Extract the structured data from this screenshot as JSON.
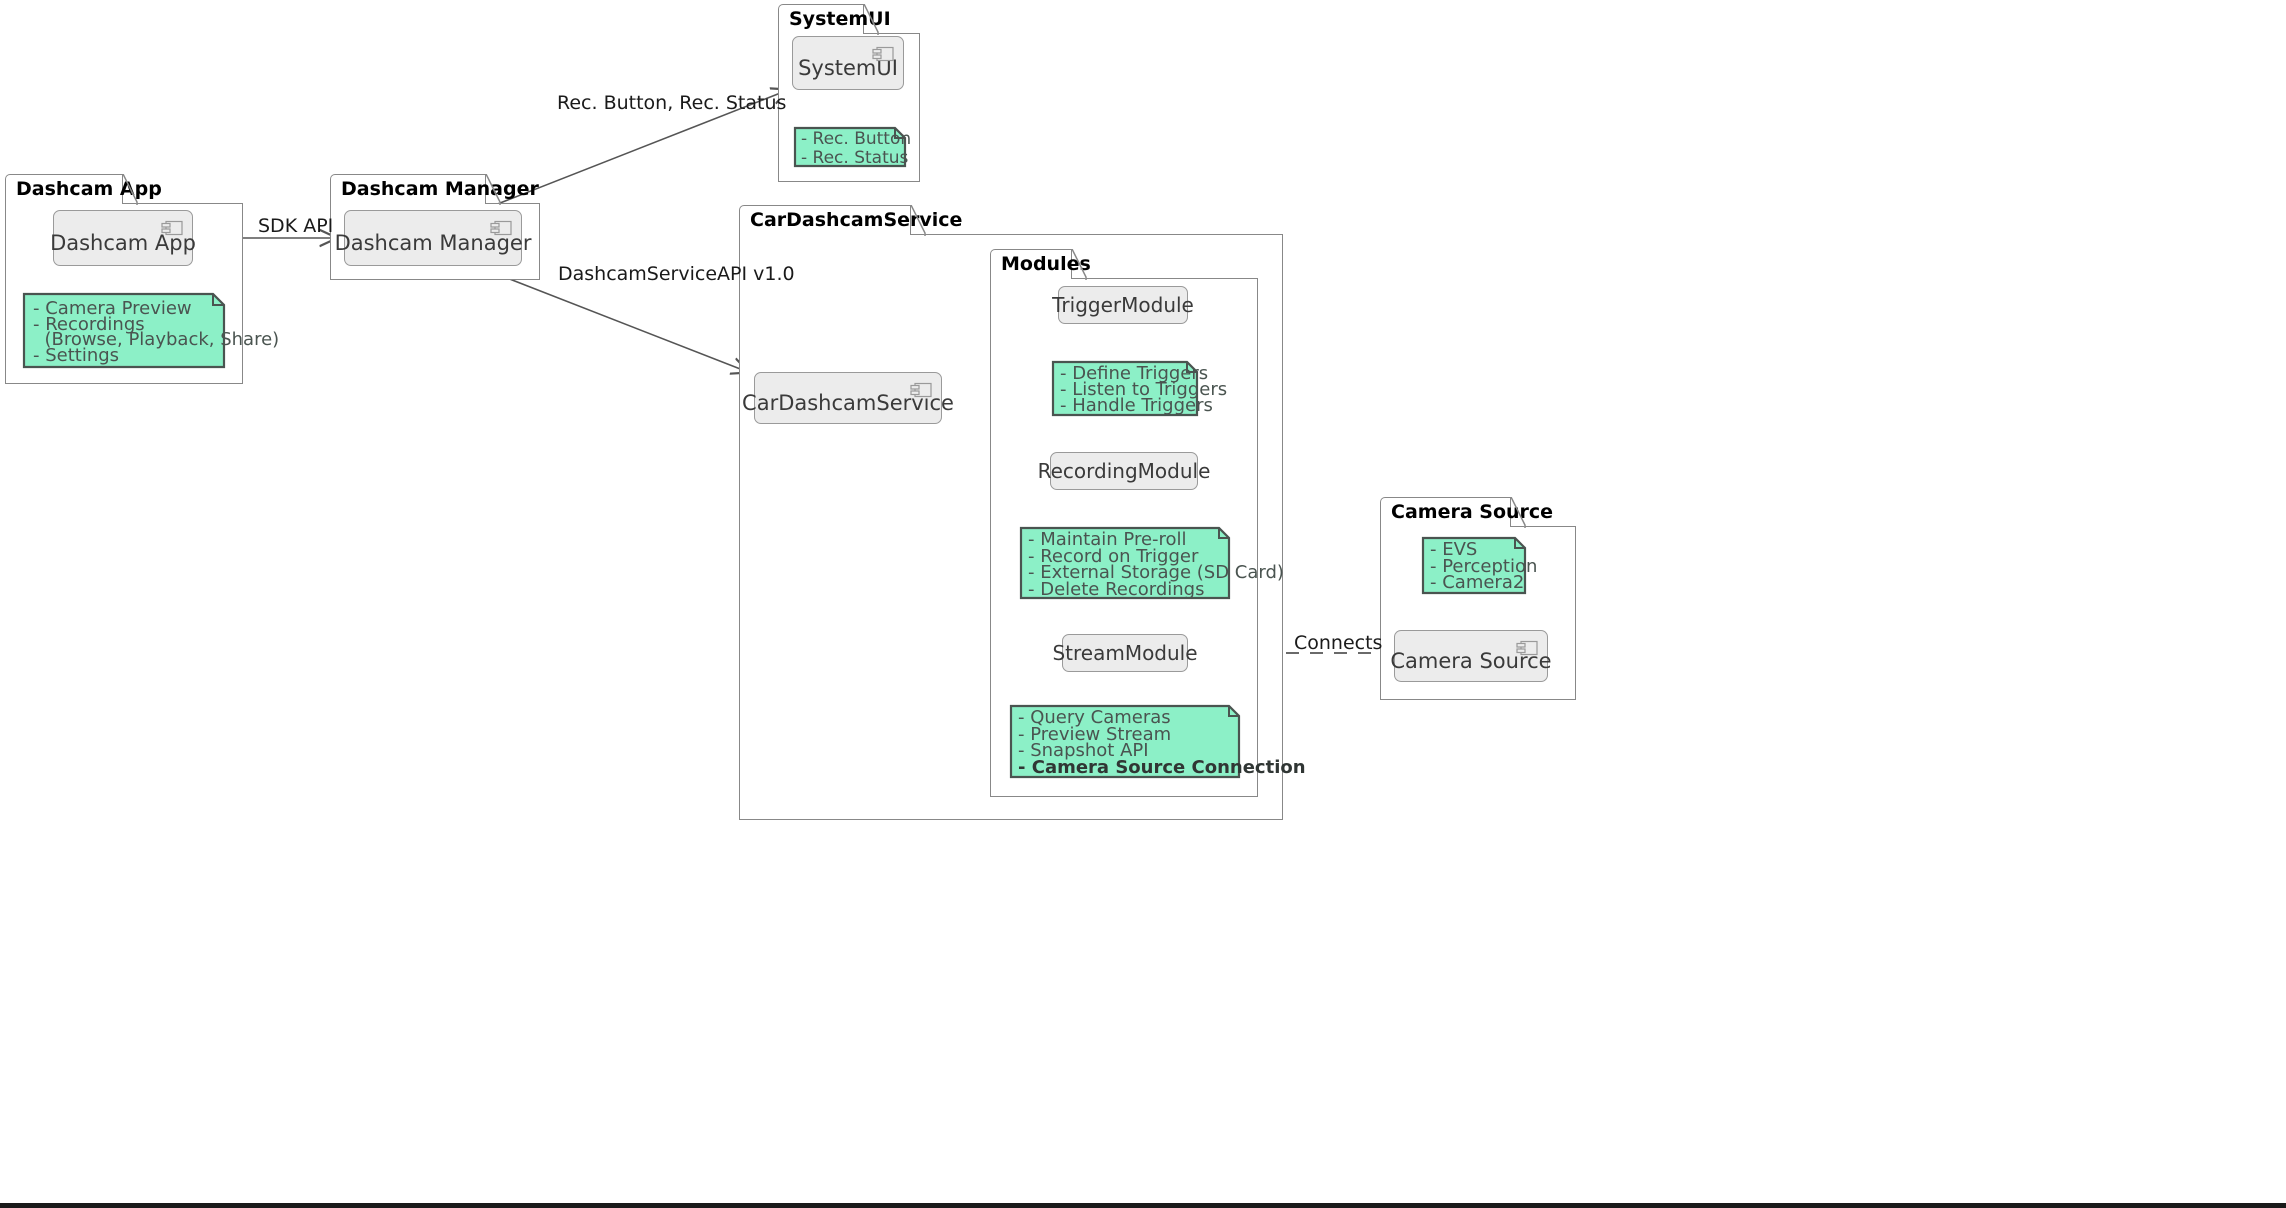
{
  "diagram": {
    "title": "Dashcam Architecture Component Diagram",
    "colors": {
      "note_fill": "#8CF0C7",
      "note_stroke": "#4A5450",
      "component_fill": "#ECECEC",
      "component_stroke": "#9A9A9A",
      "package_stroke": "#888888",
      "edge_stroke": "#555555",
      "text": "#3A3A3A"
    }
  },
  "packages": [
    {
      "id": "dashcam-app",
      "label": "Dashcam App"
    },
    {
      "id": "dashcam-manager",
      "label": "Dashcam Manager"
    },
    {
      "id": "systemui",
      "label": "SystemUI"
    },
    {
      "id": "cardashcamservice",
      "label": "CarDashcamService"
    },
    {
      "id": "modules",
      "label": "Modules"
    },
    {
      "id": "camera-source",
      "label": "Camera Source"
    }
  ],
  "components": [
    {
      "id": "dashcam-app-comp",
      "label": "Dashcam App",
      "icon": "uml-component-icon"
    },
    {
      "id": "dashcam-manager-comp",
      "label": "Dashcam Manager",
      "icon": "uml-component-icon"
    },
    {
      "id": "systemui-comp",
      "label": "SystemUI",
      "icon": "uml-component-icon"
    },
    {
      "id": "cardashcamservice-comp",
      "label": "CarDashcamService",
      "icon": "uml-component-icon"
    },
    {
      "id": "trigger-module",
      "label": "TriggerModule",
      "icon": "none"
    },
    {
      "id": "recording-module",
      "label": "RecordingModule",
      "icon": "none"
    },
    {
      "id": "stream-module",
      "label": "StreamModule",
      "icon": "none"
    },
    {
      "id": "camera-source-comp",
      "label": "Camera Source",
      "icon": "uml-component-icon"
    }
  ],
  "notes": {
    "dashcam_app": {
      "lines": [
        "- Camera Preview",
        "- Recordings",
        "  (Browse, Playback, Share)",
        "- Settings"
      ]
    },
    "systemui": {
      "lines": [
        "- Rec. Button",
        "- Rec. Status"
      ]
    },
    "trigger_module": {
      "lines": [
        "- Define Triggers",
        "- Listen to Triggers",
        "- Handle Triggers"
      ]
    },
    "recording_module": {
      "lines": [
        "- Maintain Pre-roll",
        "- Record on Trigger",
        "- External Storage (SD Card)",
        "- Delete Recordings"
      ]
    },
    "stream_module": {
      "lines": [
        "- Query Cameras",
        "- Preview Stream",
        "- Snapshot API"
      ],
      "bold_line": "- Camera Source Connection"
    },
    "camera_source": {
      "lines": [
        "- EVS",
        "- Perception",
        "- Camera2"
      ]
    }
  },
  "edges": [
    {
      "id": "sdk-api",
      "label": "SDK API",
      "from": "dashcam-app-comp",
      "to": "dashcam-manager-comp",
      "style": "solid-arrow"
    },
    {
      "id": "rec-button-status",
      "label": "Rec. Button, Rec. Status",
      "from": "dashcam-manager-comp",
      "to": "systemui-comp",
      "style": "solid-arrow"
    },
    {
      "id": "dashcamserviceapi",
      "label": "DashcamServiceAPI v1.0",
      "from": "dashcam-manager-comp",
      "to": "cardashcamservice-comp",
      "style": "solid-arrow"
    },
    {
      "id": "to-trigger-module",
      "label": "",
      "from": "cardashcamservice-comp",
      "to": "trigger-module",
      "style": "solid-arrow"
    },
    {
      "id": "to-recording-module",
      "label": "",
      "from": "cardashcamservice-comp",
      "to": "recording-module",
      "style": "solid-arrow"
    },
    {
      "id": "to-stream-module",
      "label": "",
      "from": "cardashcamservice-comp",
      "to": "stream-module",
      "style": "solid-arrow"
    },
    {
      "id": "connects",
      "label": "Connects",
      "from": "stream-module",
      "to": "camera-source-comp",
      "style": "dashed"
    }
  ]
}
